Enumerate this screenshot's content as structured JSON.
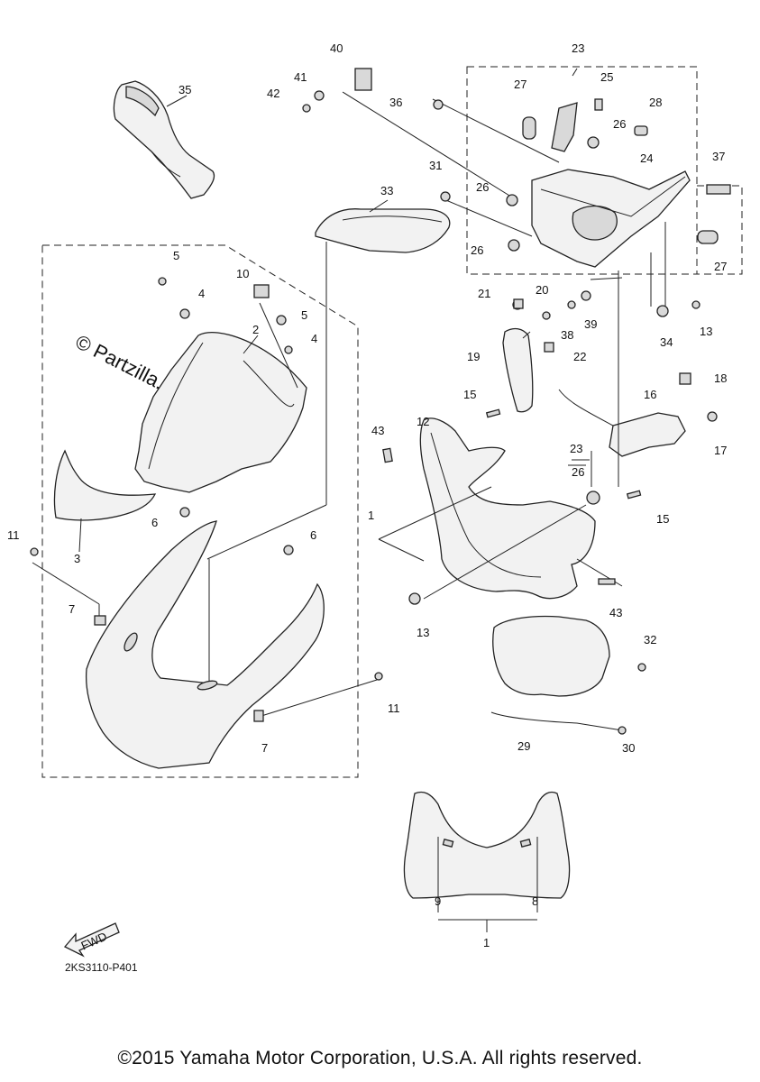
{
  "watermark": "© Partzilla.com",
  "diagram_code": "2KS3110-P401",
  "copyright": "©2015 Yamaha Motor Corporation, U.S.A. All rights reserved.",
  "fwd_label": "FWD",
  "callouts": {
    "c1a": "1",
    "c1b": "1",
    "c2": "2",
    "c3": "3",
    "c4a": "4",
    "c4b": "4",
    "c5a": "5",
    "c5b": "5",
    "c6a": "6",
    "c6b": "6",
    "c7a": "7",
    "c7b": "7",
    "c8": "8",
    "c9": "9",
    "c10": "10",
    "c11a": "11",
    "c11b": "11",
    "c12": "12",
    "c13a": "13",
    "c13b": "13",
    "c15a": "15",
    "c15b": "15",
    "c16": "16",
    "c17": "17",
    "c18": "18",
    "c19": "19",
    "c20": "20",
    "c21": "21",
    "c22": "22",
    "c23a": "23",
    "c23b": "23",
    "c24": "24",
    "c25": "25",
    "c26a": "26",
    "c26b": "26",
    "c26c": "26",
    "c26d": "26",
    "c27a": "27",
    "c27b": "27",
    "c28": "28",
    "c29": "29",
    "c30": "30",
    "c31": "31",
    "c32": "32",
    "c33": "33",
    "c34": "34",
    "c35": "35",
    "c36": "36",
    "c37": "37",
    "c38": "38",
    "c39": "39",
    "c40": "40",
    "c41": "41",
    "c42": "42",
    "c43a": "43",
    "c43b": "43"
  }
}
